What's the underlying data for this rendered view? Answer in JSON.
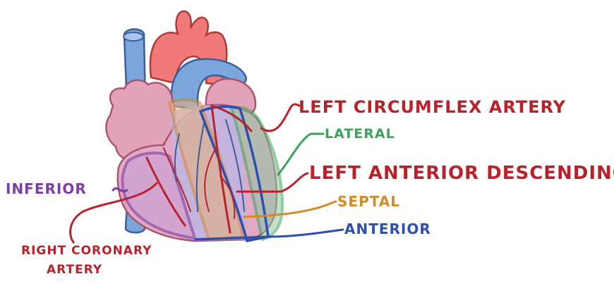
{
  "colors": {
    "red_label": "#b8232b",
    "green_label": "#3aa35a",
    "orange_label": "#d58a2a",
    "blue_label": "#2c4fb0",
    "purple_label": "#7b3fa3",
    "heart_pink": "#e2a3b8",
    "aorta_red": "#f07a7a",
    "vessel_blue": "#7aa6dc"
  },
  "labels": {
    "left_circumflex": "LEFT CIRCUMFLEX ARTERY",
    "lateral": "LATERAL",
    "left_anterior_descending": "LEFT ANTERIOR DESCENDING",
    "septal": "SEPTAL",
    "anterior": "ANTERIOR",
    "inferior": "INFERIOR",
    "right_coronary_line1": "RIGHT CORONARY",
    "right_coronary_line2": "ARTERY"
  }
}
